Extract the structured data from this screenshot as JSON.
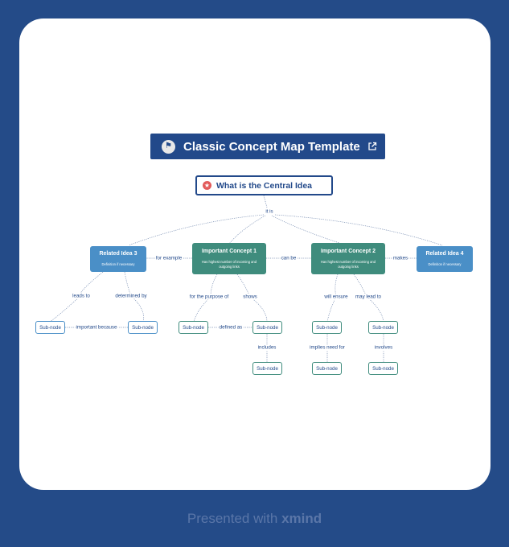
{
  "title": "Classic Concept Map Template",
  "central": "What is the Central Idea",
  "related_idea_3": {
    "title": "Related Idea 3",
    "desc": "Definition if necessary"
  },
  "related_idea_4": {
    "title": "Related Idea 4",
    "desc": "Definition if necessary"
  },
  "concept_1": {
    "title": "Important Concept 1",
    "desc": "Has highest number of incoming and outgoing links"
  },
  "concept_2": {
    "title": "Important Concept 2",
    "desc": "Has highest number of incoming and outgoing links"
  },
  "subnode_label": "Sub-node",
  "links": {
    "it_is": "it is",
    "for_example": "for example",
    "can_be": "can be",
    "makes": "makes",
    "leads_to": "leads to",
    "determined_by": "determined by",
    "important_because": "important because",
    "for_the_purpose_of": "for the purpose of",
    "shows": "shows",
    "defined_as": "defined as",
    "includes": "includes",
    "will_ensure": "will ensure",
    "may_lead_to": "may lead to",
    "implies_need_for": "implies need for",
    "involves": "involves"
  },
  "footer": {
    "prefix": "Presented with",
    "brand": "xmind"
  },
  "colors": {
    "background": "#244b88",
    "card": "#ffffff",
    "navy": "#22498a",
    "related_blue": "#4a8fc7",
    "concept_green": "#3f8c7d",
    "star_red": "#e25a5a"
  }
}
